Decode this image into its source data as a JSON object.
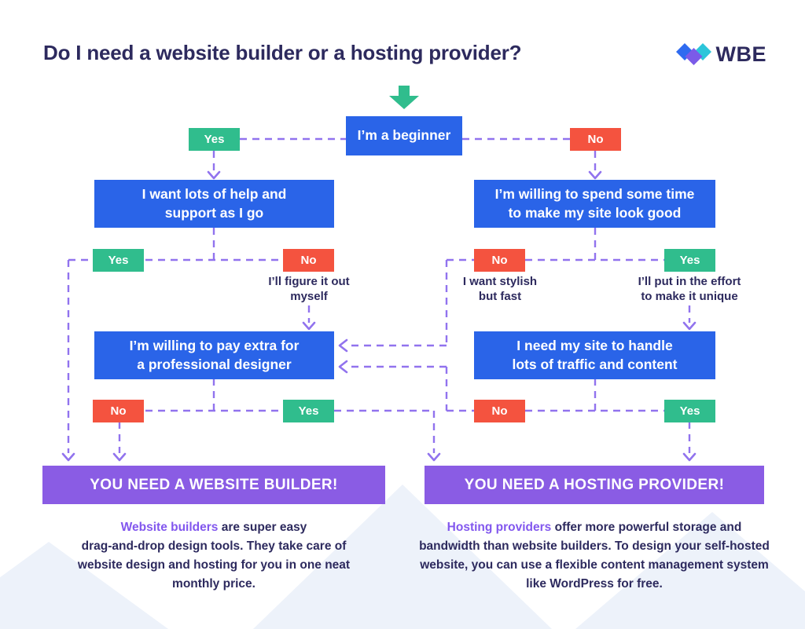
{
  "header": {
    "title": "Do I need a website builder or a hosting provider?",
    "brand": "WBE"
  },
  "colors": {
    "blue": "#2a64e8",
    "green": "#30bd8d",
    "red": "#f4533f",
    "purple": "#8a5ce4",
    "line": "#9173ee",
    "navy": "#2d2a5e",
    "highlight": "#8257ee",
    "triangle": "#edf2fa",
    "logo-blue": "#2f6bf0",
    "logo-purple": "#7b5be8",
    "logo-teal": "#2cc5da"
  },
  "flow": {
    "start": {
      "label": "I’m a beginner",
      "yes": "Yes",
      "no": "No"
    },
    "left": {
      "q1": {
        "line1": "I want lots of help and",
        "line2": "support as I go",
        "yes": "Yes",
        "no": "No",
        "no_note_line1": "I’ll figure it out",
        "no_note_line2": "myself"
      },
      "q2": {
        "line1": "I’m willing to pay extra for",
        "line2": "a professional designer",
        "no": "No",
        "yes": "Yes"
      },
      "result": "YOU NEED A WEBSITE BUILDER!",
      "description": {
        "highlight": "Website builders",
        "line1_rest": " are super easy",
        "line2": "drag-and-drop design tools. They take care of",
        "line3": "website design and hosting for you in one neat",
        "line4": "monthly price."
      }
    },
    "right": {
      "q1": {
        "line1": "I’m willing to spend some time",
        "line2": "to make my site look good",
        "no": "No",
        "yes": "Yes",
        "no_note_line1": "I want stylish",
        "no_note_line2": "but fast",
        "yes_note_line1": "I’ll put in the effort",
        "yes_note_line2": "to make it unique"
      },
      "q2": {
        "line1": "I need my site to handle",
        "line2": "lots of traffic and content",
        "no": "No",
        "yes": "Yes"
      },
      "result": "YOU NEED A HOSTING PROVIDER!",
      "description": {
        "highlight": "Hosting providers",
        "line1_rest": " offer more powerful storage and",
        "line2": "bandwidth than website builders. To design your self-hosted",
        "line3": "website, you can use a flexible content management system",
        "line4": "like WordPress for free."
      }
    }
  }
}
